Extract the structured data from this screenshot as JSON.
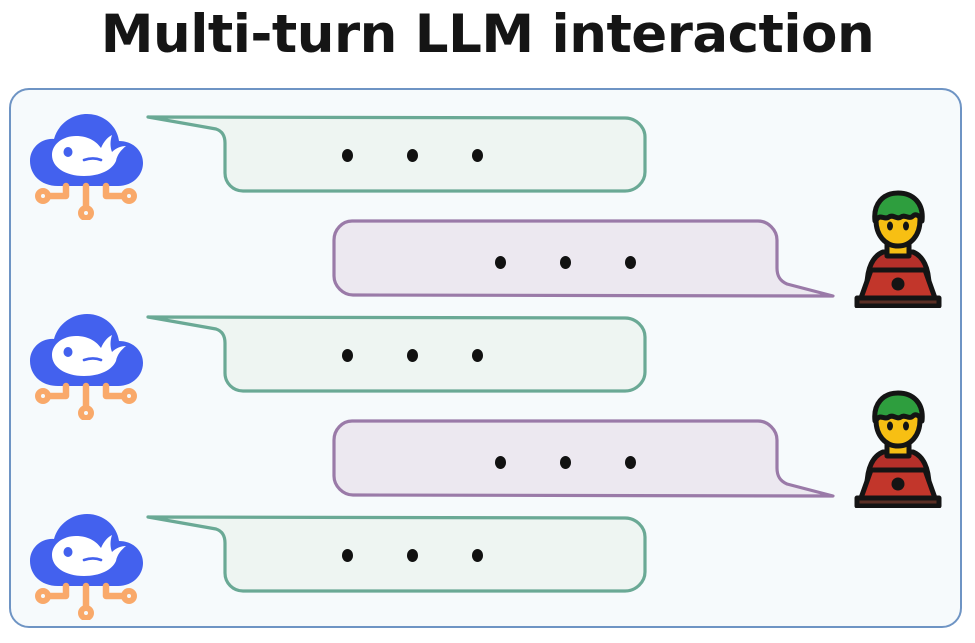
{
  "page": {
    "title": "Multi-turn LLM interaction",
    "background_color": "#ffffff",
    "title_color": "#151515"
  },
  "frame": {
    "border_color": "#6e94c4",
    "fill_color": "#f6fafc"
  },
  "palette": {
    "cloud_blue": "#4361ee",
    "cloud_blue_dark": "#3f55e8",
    "whale_white": "#ffffff",
    "circuit_orange": "#f9a96a",
    "assistant_bubble_border": "#6aa995",
    "assistant_bubble_fill": "#eef5f2",
    "user_bubble_border": "#9a7aa8",
    "user_bubble_fill": "#ece8f0",
    "dot_black": "#111111",
    "hair_green": "#2e9e3e",
    "face_yellow": "#f7bf13",
    "laptop_red": "#c2362b",
    "laptop_base_brown": "#5b2f25",
    "outline_black": "#141414"
  },
  "conversation": {
    "turns": [
      {
        "speaker": "assistant",
        "icon": "cloud-ai-icon",
        "bubble_content": "ellipsis",
        "dots": 3,
        "tail": "top-left"
      },
      {
        "speaker": "user",
        "icon": "person-laptop-icon",
        "bubble_content": "ellipsis",
        "dots": 3,
        "tail": "bottom-right"
      },
      {
        "speaker": "assistant",
        "icon": "cloud-ai-icon",
        "bubble_content": "ellipsis",
        "dots": 3,
        "tail": "top-left"
      },
      {
        "speaker": "user",
        "icon": "person-laptop-icon",
        "bubble_content": "ellipsis",
        "dots": 3,
        "tail": "bottom-right"
      },
      {
        "speaker": "assistant",
        "icon": "cloud-ai-icon",
        "bubble_content": "ellipsis",
        "dots": 3,
        "tail": "top-left"
      }
    ]
  },
  "icons": {
    "cloud": "cloud-ai-icon",
    "whale": "whale-glyph-icon",
    "circuit": "circuit-nodes-icon",
    "person": "person-laptop-icon",
    "laptop": "laptop-icon"
  }
}
